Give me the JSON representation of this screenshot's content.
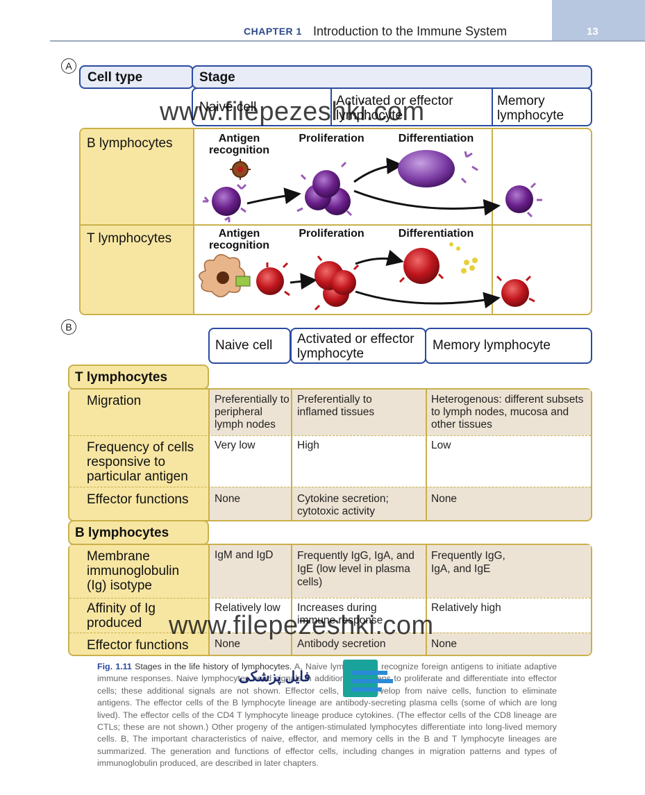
{
  "header": {
    "chapter": "CHAPTER 1",
    "title": "Introduction to the Immune System",
    "page": "13"
  },
  "panel_a": {
    "letter": "A",
    "cell_type_header": "Cell type",
    "stage_header": "Stage",
    "columns": [
      "Naive cell",
      "Activated or effector lymphocyte",
      "Memory lymphocyte"
    ],
    "rows": [
      "B lymphocytes",
      "T lymphocytes"
    ],
    "stage_labels": [
      "Antigen recognition",
      "Proliferation",
      "Differentiation"
    ]
  },
  "panel_b": {
    "letter": "B",
    "columns": [
      "Naive cell",
      "Activated or effector lymphocyte",
      "Memory lymphocyte"
    ],
    "t_section": {
      "title": "T lymphocytes",
      "rows": [
        {
          "label": "Migration",
          "naive": "Preferentially to peripheral lymph nodes",
          "effector": "Preferentially to inflamed tissues",
          "memory": "Heterogenous: different subsets to lymph nodes, mucosa and other tissues"
        },
        {
          "label": "Frequency of cells responsive to particular antigen",
          "naive": "Very low",
          "effector": "High",
          "memory": "Low"
        },
        {
          "label": "Effector functions",
          "naive": "None",
          "effector": "Cytokine secretion; cytotoxic activity",
          "memory": "None"
        }
      ]
    },
    "b_section": {
      "title": "B lymphocytes",
      "rows": [
        {
          "label": "Membrane immunoglobulin (Ig) isotype",
          "naive": "IgM and IgD",
          "effector": "Frequently IgG, IgA, and IgE (low level in plasma cells)",
          "memory": "Frequently IgG, IgA, and IgE"
        },
        {
          "label": "Affinity of Ig produced",
          "naive": "Relatively low",
          "effector": "Increases during immune response",
          "memory": "Relatively high"
        },
        {
          "label": "Effector functions",
          "naive": "None",
          "effector": "Antibody secretion",
          "memory": "None"
        }
      ]
    }
  },
  "caption": {
    "fig_label": "Fig. 1.11",
    "fig_title": "Stages in the life history of lymphocytes.",
    "body": "A, Naive lymphocytes recognize foreign antigens to initiate adaptive immune responses. Naive lymphocytes need signals in addition to antigens to proliferate and differentiate into effector cells; these additional signals are not shown. Effector cells, which develop from naive cells, function to eliminate antigens. The effector cells of the B lymphocyte lineage are antibody-secreting plasma cells (some of which are long lived). The effector cells of the CD4 T lymphocyte lineage produce cytokines. (The effector cells of the CD8 lineage are CTLs; these are not shown.) Other progeny of the antigen-stimulated lymphocytes differentiate into long-lived memory cells. B, The important characteristics of naive, effector, and memory cells in the B and T lymphocyte lineages are summarized. The generation and functions of effector cells, including changes in migration patterns and types of immunoglobulin produced, are described in later chapters."
  },
  "watermarks": [
    "www.filepezeshki.com",
    "www.filepezeshki.com"
  ],
  "logo_text": "فایل پزشکی",
  "colors": {
    "blue_border": "#2a4aa0",
    "yellow_fill": "#f7e6a2",
    "yellow_border": "#c9b04a",
    "purple_cell": "#6a1f8a",
    "red_cell": "#c0161d"
  }
}
